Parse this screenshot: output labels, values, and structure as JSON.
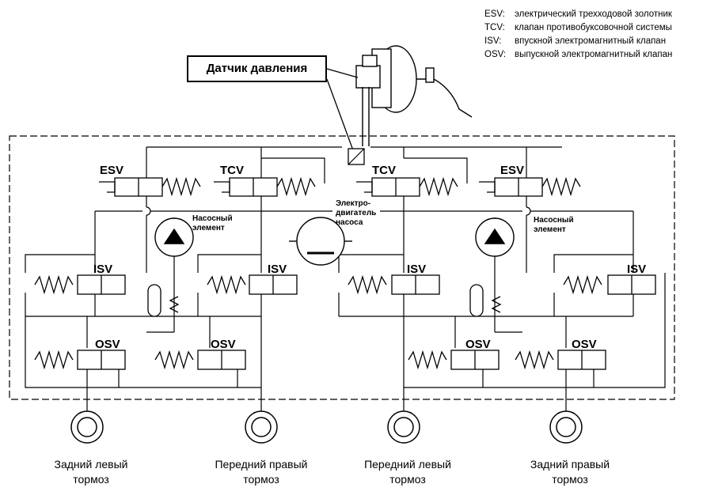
{
  "legend": [
    {
      "abbr": "ESV:",
      "text": "электрический трехходовой золотник"
    },
    {
      "abbr": "TCV:",
      "text": "клапан противобуксовочной системы"
    },
    {
      "abbr": "ISV:",
      "text": "впускной электромагнитный клапан"
    },
    {
      "abbr": "OSV:",
      "text": "выпускной электромагнитный клапан"
    }
  ],
  "sensor_label": "Датчик давления",
  "valves": {
    "esv": "ESV",
    "tcv": "TCV",
    "isv": "ISV",
    "osv": "OSV"
  },
  "pump_element_left": [
    "Насосный",
    "элемент"
  ],
  "pump_element_right": [
    "Насосный",
    "элемент"
  ],
  "motor_label": [
    "Электро-",
    "двигатель",
    "насоса"
  ],
  "brakes": [
    {
      "line1": "Задний левый",
      "line2": "тормоз"
    },
    {
      "line1": "Передний правый",
      "line2": "тормоз"
    },
    {
      "line1": "Передний левый",
      "line2": "тормоз"
    },
    {
      "line1": "Задний правый",
      "line2": "тормоз"
    }
  ]
}
